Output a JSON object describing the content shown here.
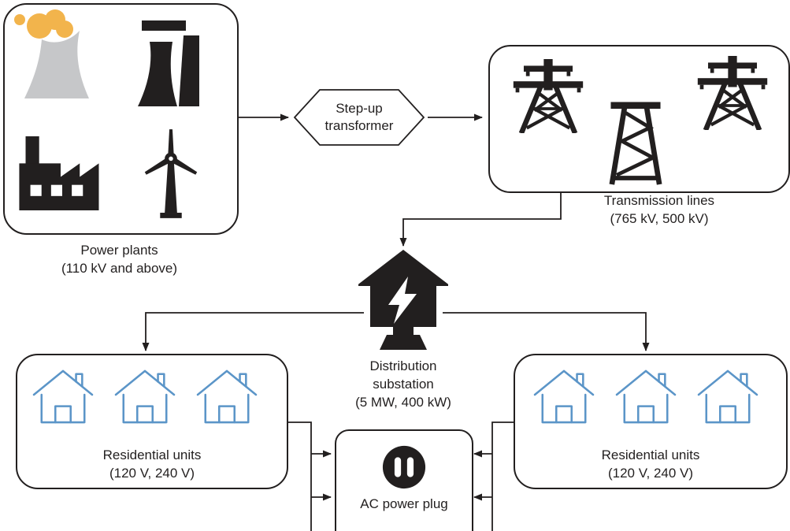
{
  "nodes": {
    "power_plants": {
      "label_line1": "Power plants",
      "label_line2": "(110 kV and above)",
      "icons": [
        "cooling-tower-icon",
        "power-station-icon",
        "factory-icon",
        "wind-turbine-icon"
      ]
    },
    "step_up_transformer": {
      "label_line1": "Step-up",
      "label_line2": "transformer"
    },
    "transmission_lines": {
      "label_line1": "Transmission lines",
      "label_line2": "(765 kV, 500 kV)",
      "icons": [
        "transmission-tower-icon",
        "transmission-tower-angled-icon",
        "transmission-tower-icon"
      ]
    },
    "distribution_substation": {
      "label_line1": "Distribution",
      "label_line2": "substation",
      "label_line3": "(5 MW, 400 kW)",
      "icon": "substation-house-bolt-icon"
    },
    "residential_left": {
      "label_line1": "Residential units",
      "label_line2": "(120 V, 240 V)",
      "icons": [
        "house-icon",
        "house-icon",
        "house-icon"
      ]
    },
    "residential_right": {
      "label_line1": "Residential units",
      "label_line2": "(120 V, 240 V)",
      "icons": [
        "house-icon",
        "house-icon",
        "house-icon"
      ]
    },
    "ac_power_plug": {
      "label": "AC power plug",
      "icon": "ac-outlet-icon"
    }
  },
  "colors": {
    "ink": "#221f1f",
    "blue": "#5b95c8",
    "smoke": "#f2b44c",
    "gray": "#c6c7c9",
    "bg": "#ffffff"
  }
}
